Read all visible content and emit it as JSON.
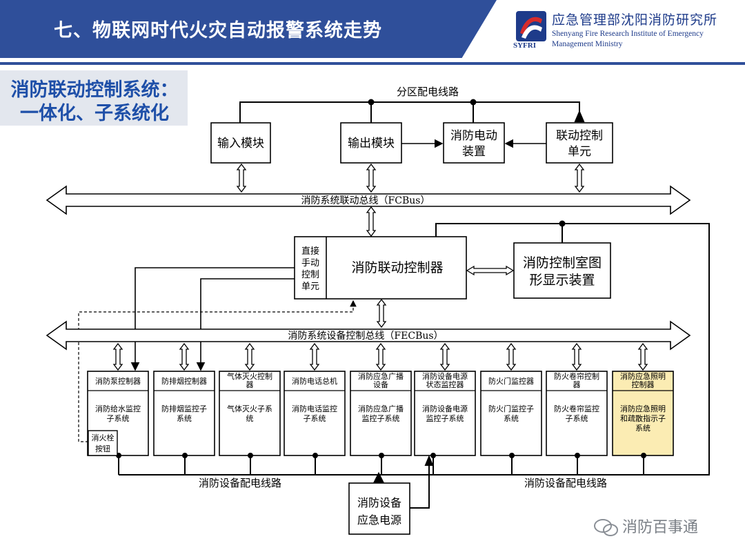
{
  "header": {
    "title": "七、物联网时代火灾自动报警系统走势",
    "org_cn": "应急管理部沈阳消防研究所",
    "org_en": "Shenyang Fire Research Institute of Emergency Management Ministry",
    "logo_abbr": "SYFRI"
  },
  "subtitle": {
    "line1": "消防联动控制系统：",
    "line2": "一体化、子系统化"
  },
  "diagram": {
    "top_power_label": "分区配电线路",
    "modules": {
      "input": "输入模块",
      "output": "输出模块",
      "fire_device_l1": "消防电动",
      "fire_device_l2": "装置",
      "linkage_unit_l1": "联动控制",
      "linkage_unit_l2": "单元"
    },
    "fcbus": "消防系统联动总线（FCBus）",
    "manual_unit": [
      "直接",
      "手动",
      "控制",
      "单元"
    ],
    "controller": "消防联动控制器",
    "graphic_l1": "消防控制室图",
    "graphic_l2": "形显示装置",
    "fecbus": "消防系统设备控制总线（FECBus）",
    "subsystems": [
      {
        "top": [
          "消防泵控制器"
        ],
        "bottom": [
          "消防给水监控",
          "子系统"
        ]
      },
      {
        "top": [
          "防排烟控制器"
        ],
        "bottom": [
          "防排烟监控子",
          "系统"
        ]
      },
      {
        "top": [
          "气体灭火控制",
          "器"
        ],
        "bottom": [
          "气体灭火子系",
          "统"
        ]
      },
      {
        "top": [
          "消防电话总机"
        ],
        "bottom": [
          "消防电话监控",
          "子系统"
        ]
      },
      {
        "top": [
          "消防应急广播",
          "设备"
        ],
        "bottom": [
          "消防应急广播",
          "监控子系统"
        ]
      },
      {
        "top": [
          "消防设备电源",
          "状态监控器"
        ],
        "bottom": [
          "消防设备电源",
          "监控子系统"
        ]
      },
      {
        "top": [
          "防火门监控器"
        ],
        "bottom": [
          "防火门监控子",
          "系统"
        ]
      },
      {
        "top": [
          "防火卷帘控制",
          "器"
        ],
        "bottom": [
          "防火卷帘监控",
          "子系统"
        ]
      },
      {
        "top": [
          "消防应急照明",
          "控制器"
        ],
        "bottom": [
          "消防应急照明",
          "和疏散指示子",
          "系统"
        ]
      }
    ],
    "hydrant_button": [
      "消火栓",
      "按钮"
    ],
    "power_line_left": "消防设备配电线路",
    "power_line_right": "消防设备配电线路",
    "emergency_power_l1": "消防设备",
    "emergency_power_l2": "应急电源"
  },
  "watermark": "消防百事通",
  "colors": {
    "title_bar": "#2f4f9a",
    "subtitle_text": "#1e4fa8",
    "highlight_box": "#fbecb3"
  }
}
